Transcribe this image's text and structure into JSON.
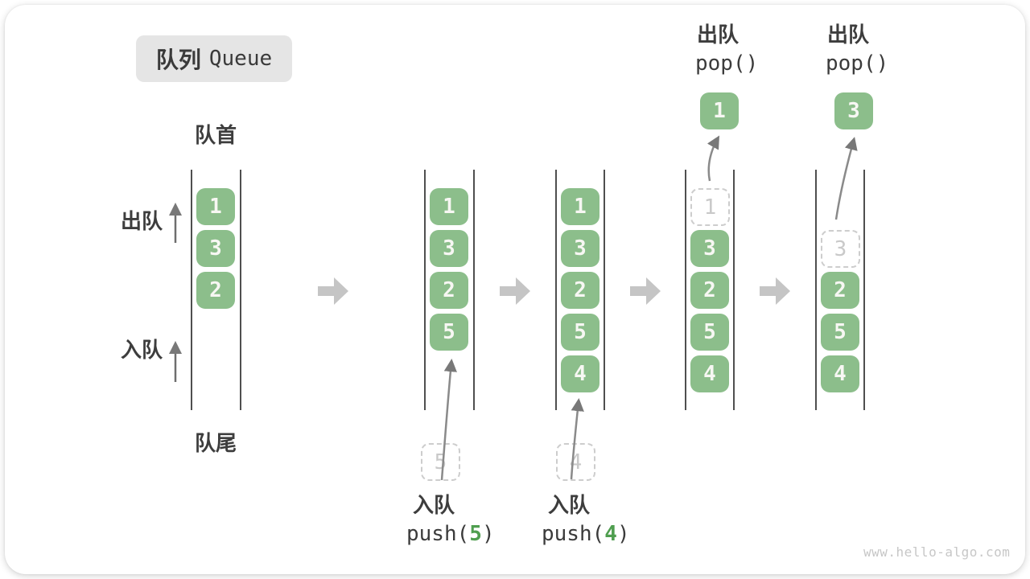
{
  "title": {
    "zh": "队列",
    "en": "Queue"
  },
  "labels": {
    "front": "队首",
    "rear": "队尾",
    "dequeue": "出队",
    "enqueue": "入队"
  },
  "watermark": "www.hello-algo.com",
  "colors": {
    "cell_green": "#8cbe8b",
    "code_arg_green": "#4f9e4f",
    "channel_line": "#4f4f4f",
    "block_arrow": "#c5c5c5",
    "curve_arrow": "#787878",
    "ghost_border": "#cdcdcd",
    "ghost_text": "#c9c9c9",
    "title_bg": "#e5e5e5",
    "text_dark": "#3d3d3d",
    "watermark": "#c7c7c7"
  },
  "states": [
    {
      "cells": [
        "1",
        "3",
        "2"
      ]
    },
    {
      "cells": [
        "1",
        "3",
        "2",
        "5"
      ],
      "ghost": "5",
      "op_name": "入队",
      "code_pre": "push(",
      "code_arg": "5",
      "code_post": ")"
    },
    {
      "cells": [
        "1",
        "3",
        "2",
        "5",
        "4"
      ],
      "ghost": "4",
      "op_name": "入队",
      "code_pre": "push(",
      "code_arg": "4",
      "code_post": ")"
    },
    {
      "cells": [
        "3",
        "2",
        "5",
        "4"
      ],
      "ghost": "1",
      "popped": "1",
      "op_name": "出队",
      "code": "pop()"
    },
    {
      "cells": [
        "2",
        "5",
        "4"
      ],
      "ghost": "3",
      "popped": "3",
      "op_name": "出队",
      "code": "pop()"
    }
  ]
}
